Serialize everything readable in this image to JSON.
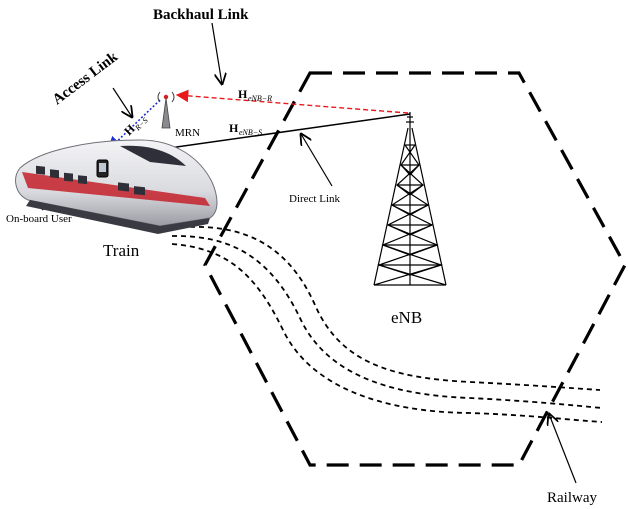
{
  "labels": {
    "backhaul_link": "Backhaul Link",
    "access_link": "Access Link",
    "mrn": "MRN",
    "h_enb_r_main": "H",
    "h_enb_r_sub": "eNB−R",
    "h_enb_s_main": "H",
    "h_enb_s_sub": "eNB−S",
    "h_r_s_main": "H",
    "h_r_s_sub": "R−S",
    "direct_link": "Direct Link",
    "onboard_user": "On-board User",
    "train": "Train",
    "enb": "eNB",
    "railway": "Railway"
  },
  "colors": {
    "backhaul_arrow": "#e8191c",
    "access_arrow": "#1f2fd6",
    "train_body": "#e9e9ec",
    "train_red": "#c4202a",
    "train_window": "#2e2f38"
  },
  "icons": {
    "tower": "lattice-tower-icon",
    "mrn": "antenna-icon",
    "train": "train-icon",
    "user": "phone-icon"
  }
}
